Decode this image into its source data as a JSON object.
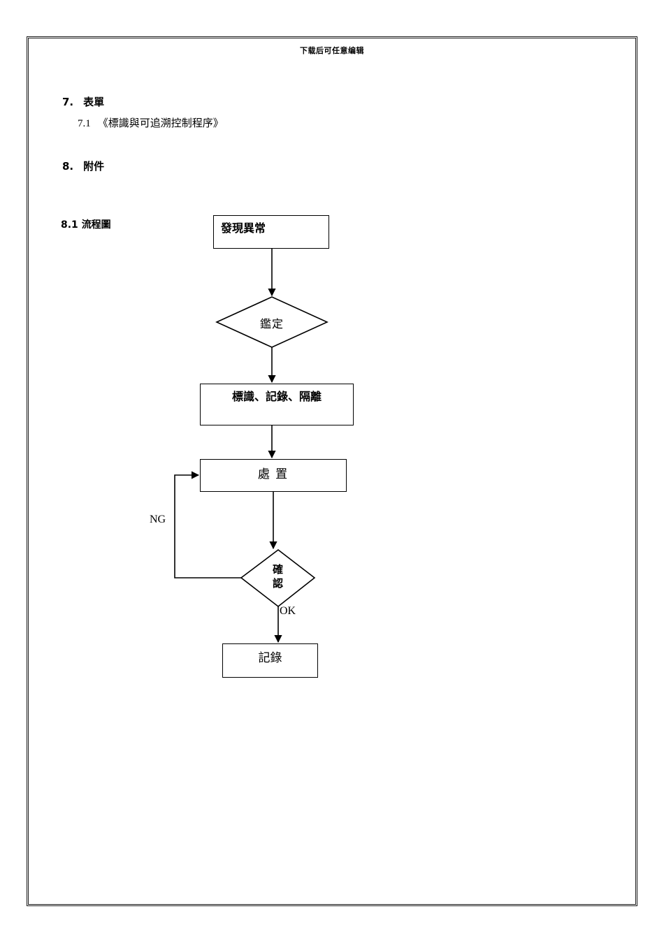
{
  "document": {
    "header_note": "下载后可任意编辑",
    "sections": [
      {
        "number": "7.",
        "title": "表單"
      },
      {
        "number": "8.",
        "title": "附件"
      }
    ],
    "subitems": [
      {
        "number": "7.1",
        "text": "《標識與可追溯控制程序》"
      },
      {
        "number": "8.1",
        "text": "流程圖"
      }
    ]
  },
  "flowchart": {
    "title": "流程圖",
    "nodes": [
      {
        "id": "discover",
        "shape": "process",
        "label": "發現異常"
      },
      {
        "id": "identify",
        "shape": "decision",
        "label": "鑑定"
      },
      {
        "id": "mark",
        "shape": "process",
        "label": "標識、記錄、隔離"
      },
      {
        "id": "dispose",
        "shape": "process",
        "label": "處 置"
      },
      {
        "id": "confirm",
        "shape": "decision",
        "label_line1": "確",
        "label_line2": "認"
      },
      {
        "id": "record",
        "shape": "process",
        "label": "記錄"
      }
    ],
    "edges": [
      {
        "from": "discover",
        "to": "identify",
        "label": ""
      },
      {
        "from": "identify",
        "to": "mark",
        "label": ""
      },
      {
        "from": "mark",
        "to": "dispose",
        "label": ""
      },
      {
        "from": "dispose",
        "to": "confirm",
        "label": ""
      },
      {
        "from": "confirm",
        "to": "dispose",
        "label": "NG"
      },
      {
        "from": "confirm",
        "to": "record",
        "label": "OK"
      }
    ],
    "edge_labels": {
      "ng": "NG",
      "ok": "OK"
    }
  },
  "colors": {
    "stroke": "#000000",
    "page_background": "#ffffff",
    "border": "#1a1a1a"
  }
}
